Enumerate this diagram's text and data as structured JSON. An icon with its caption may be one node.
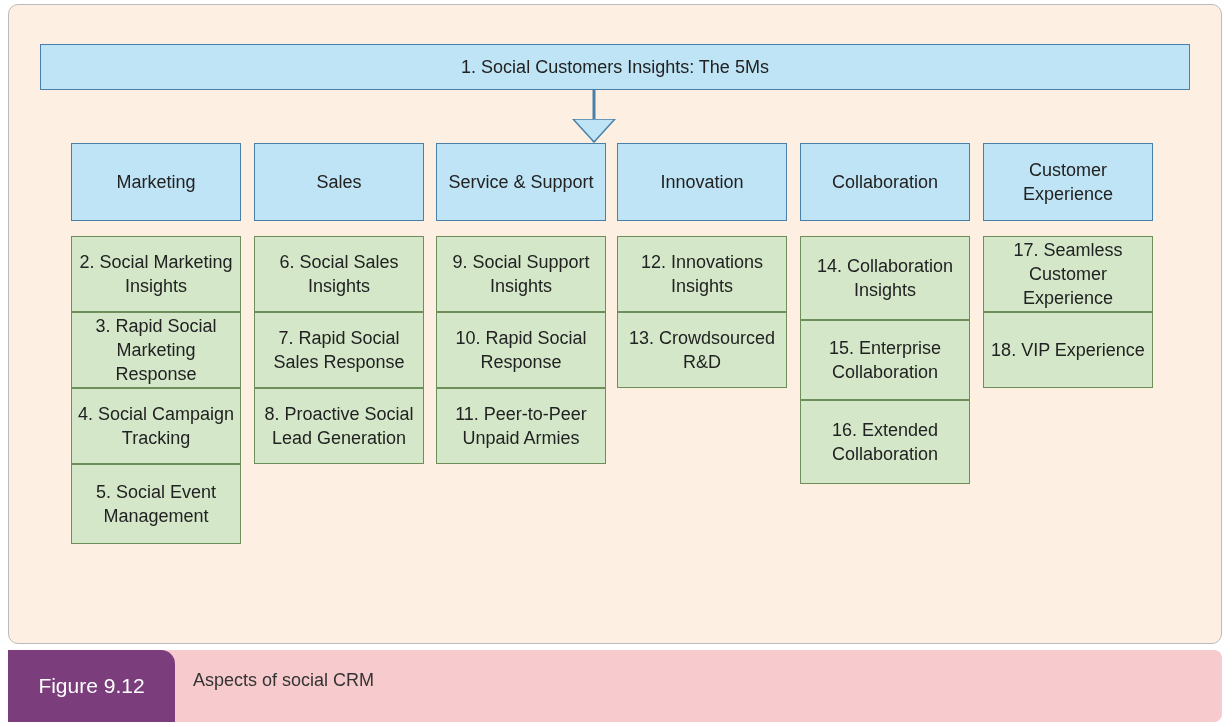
{
  "diagram": {
    "caption": "Aspects of social CRM",
    "nodes": [
      {
        "text": [
          "1. Social Customers Insights: The 5Ms"
        ]
      },
      {
        "text": [
          "Marketing"
        ]
      },
      {
        "text": [
          "2. Social Marketing Insights"
        ]
      },
      {
        "text": [
          "3. Rapid Social Marketing Response"
        ]
      },
      {
        "text": [
          "4. Social Campaign Tracking"
        ]
      },
      {
        "text": [
          "5. Social Event Management"
        ]
      },
      {
        "text": [
          "Sales"
        ]
      },
      {
        "text": [
          "6. Social Sales Insights"
        ]
      },
      {
        "text": [
          "7. Rapid Social Sales Response"
        ]
      },
      {
        "text": [
          "8. Proactive Social Lead Generation"
        ]
      },
      {
        "text": [
          "Service & Support"
        ]
      },
      {
        "text": [
          "9. Social Support Insights"
        ]
      },
      {
        "text": [
          "10. Rapid Social Response"
        ]
      },
      {
        "text": [
          "11. Peer-to-Peer Unpaid Armies"
        ]
      },
      {
        "text": [
          "Innovation"
        ]
      },
      {
        "text": [
          "12. Innovations Insights"
        ]
      },
      {
        "text": [
          "13. Crowdsourced R&D"
        ]
      },
      {
        "text": [
          "Collaboration"
        ]
      },
      {
        "text": [
          "14. Collaboration Insights"
        ]
      },
      {
        "text": [
          "15. Enterprise Collaboration"
        ]
      },
      {
        "text": [
          "16. Extended Collaboration"
        ]
      },
      {
        "text": [
          "Customer Experience"
        ]
      },
      {
        "text": [
          "17. Seamless Customer Experience"
        ]
      },
      {
        "text": [
          "18. VIP Experience"
        ]
      }
    ],
    "edges": [
      {
        "from": 0,
        "to": 10,
        "arrow": "to"
      }
    ],
    "labels": [
      "Figure 9.12"
    ]
  }
}
